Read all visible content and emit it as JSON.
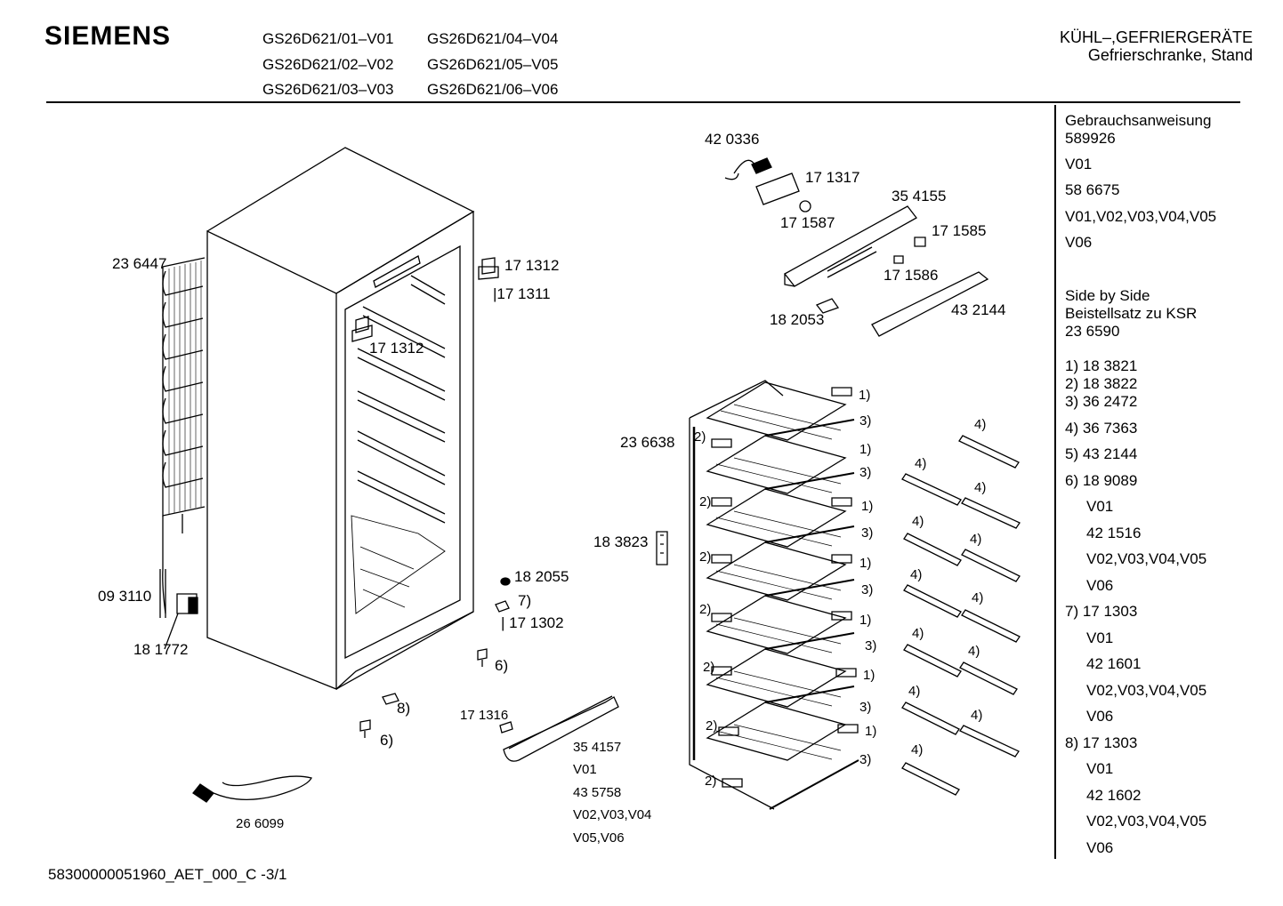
{
  "header": {
    "brand": "SIEMENS",
    "models": [
      [
        "GS26D621/01–V01",
        "GS26D621/04–V04"
      ],
      [
        "GS26D621/02–V02",
        "GS26D621/05–V05"
      ],
      [
        "GS26D621/03–V03",
        "GS26D621/06–V06"
      ]
    ],
    "category": "KÜHL–,GEFRIERGERÄTE",
    "subcategory": "Gefrierschranke, Stand"
  },
  "sidebar": [
    "Gebrauchsanweisung",
    "589926",
    "V01",
    "58 6675",
    "V01,V02,V03,V04,V05",
    "V06",
    "Side by Side",
    "Beistellsatz zu KSR",
    "23 6590",
    "1) 18 3821",
    "2) 18 3822",
    "3) 36 2472",
    "4) 36 7363",
    "5) 43 2144",
    "6) 18 9089",
    "V01",
    "42 1516",
    "V02,V03,V04,V05",
    "V06",
    "7) 17 1303",
    "V01",
    "42 1601",
    "V02,V03,V04,V05",
    "V06",
    "8) 17 1303",
    "V01",
    "42 1602",
    "V02,V03,V04,V05",
    "V06"
  ],
  "parts": {
    "p420336": "42 0336",
    "p171317": "17 1317",
    "p354155": "35 4155",
    "p171587": "17 1587",
    "p171585": "17 1585",
    "p171586": "17 1586",
    "p182053": "18 2053",
    "p432144": "43 2144",
    "p236447": "23 6447",
    "p171312a": "17 1312",
    "p171311": "|17 1311",
    "p171312b": "17 1312",
    "p236638": "23 6638",
    "p183823": "18 3823",
    "p182055": "18 2055",
    "p7": "7)",
    "p171302": "17 1302",
    "p093110": "09 3110",
    "p181772": "18 1772",
    "p6a": "6)",
    "p8": "8)",
    "p6b": "6)",
    "p171316": "17 1316",
    "p354157": "35 4157",
    "pV01": "V01",
    "p435758": "43 5758",
    "pV02": "V02,V03,V04",
    "pV05": "V05,V06",
    "p266099": "26 6099"
  },
  "callouts": {
    "c1": "1)",
    "c2": "2)",
    "c3": "3)",
    "c4": "4)"
  },
  "footer": {
    "code": "58300000051960_AET_000_C  -3/1"
  }
}
